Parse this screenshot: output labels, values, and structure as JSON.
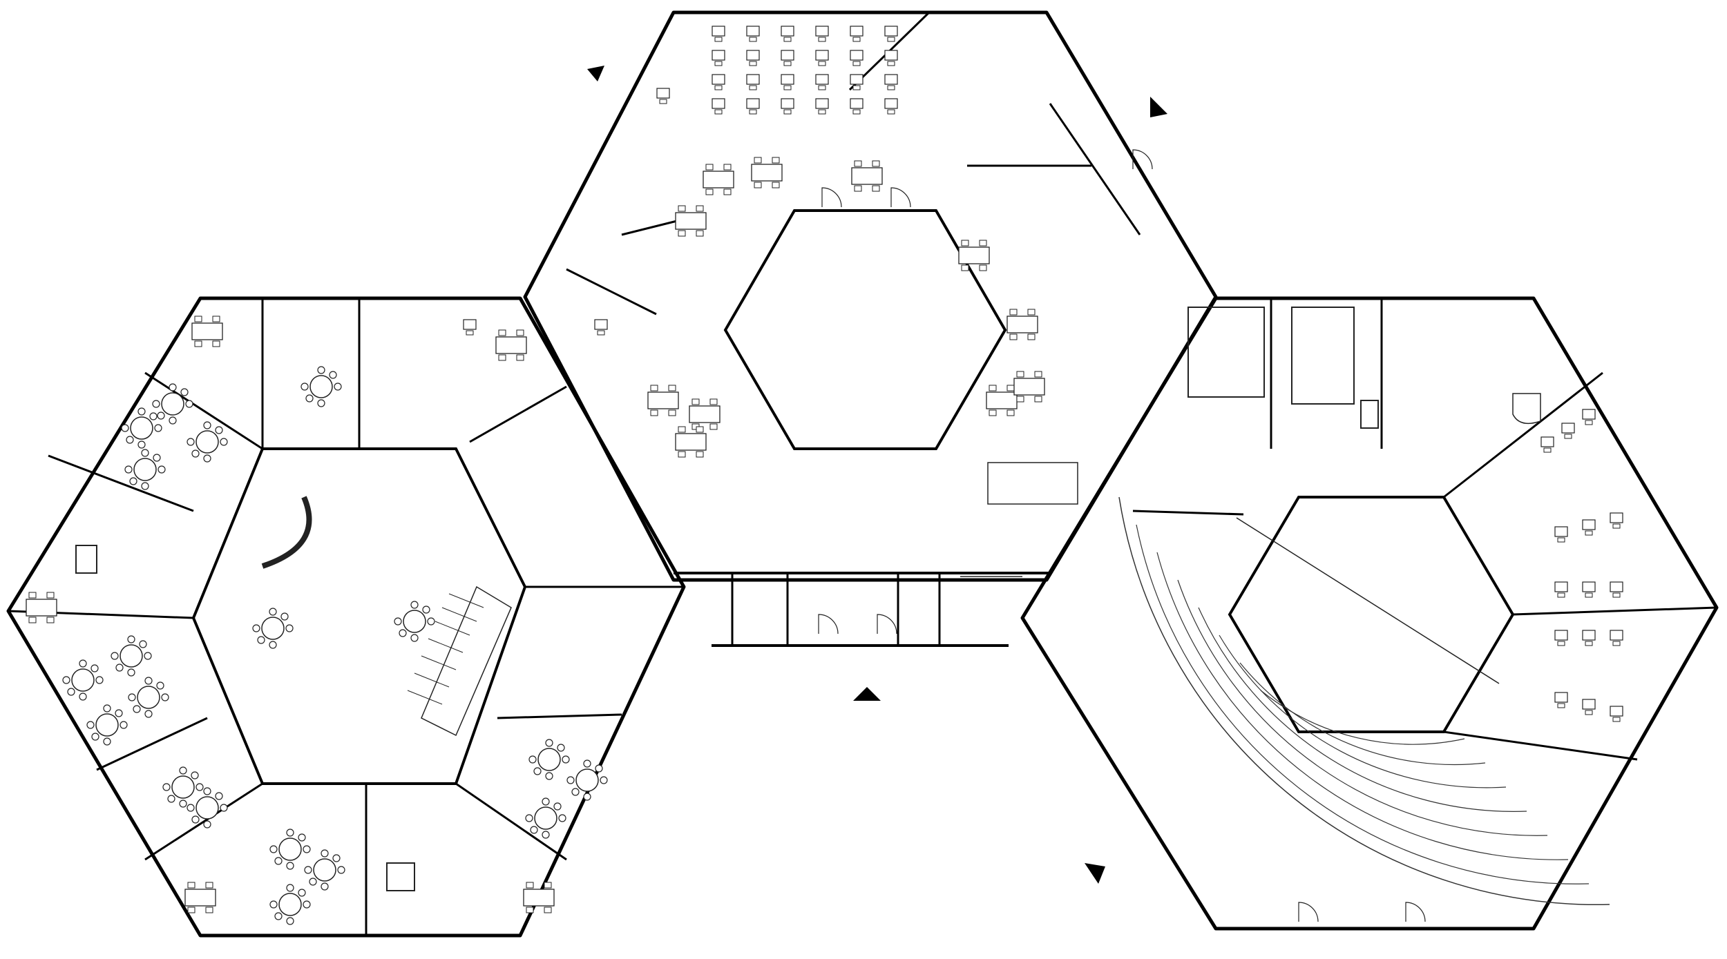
{
  "drawing": {
    "kind": "architectural floor plan",
    "line_color": "#000000",
    "background_color": "#ffffff",
    "building_blocks": [
      "left-hexagon-wing",
      "center-hexagon-wing",
      "right-hexagon-wing"
    ],
    "icons": [
      "entrance-arrow-icon",
      "stair-icon",
      "door-swing-icon",
      "table-icon",
      "chair-icon",
      "piano-icon"
    ]
  }
}
